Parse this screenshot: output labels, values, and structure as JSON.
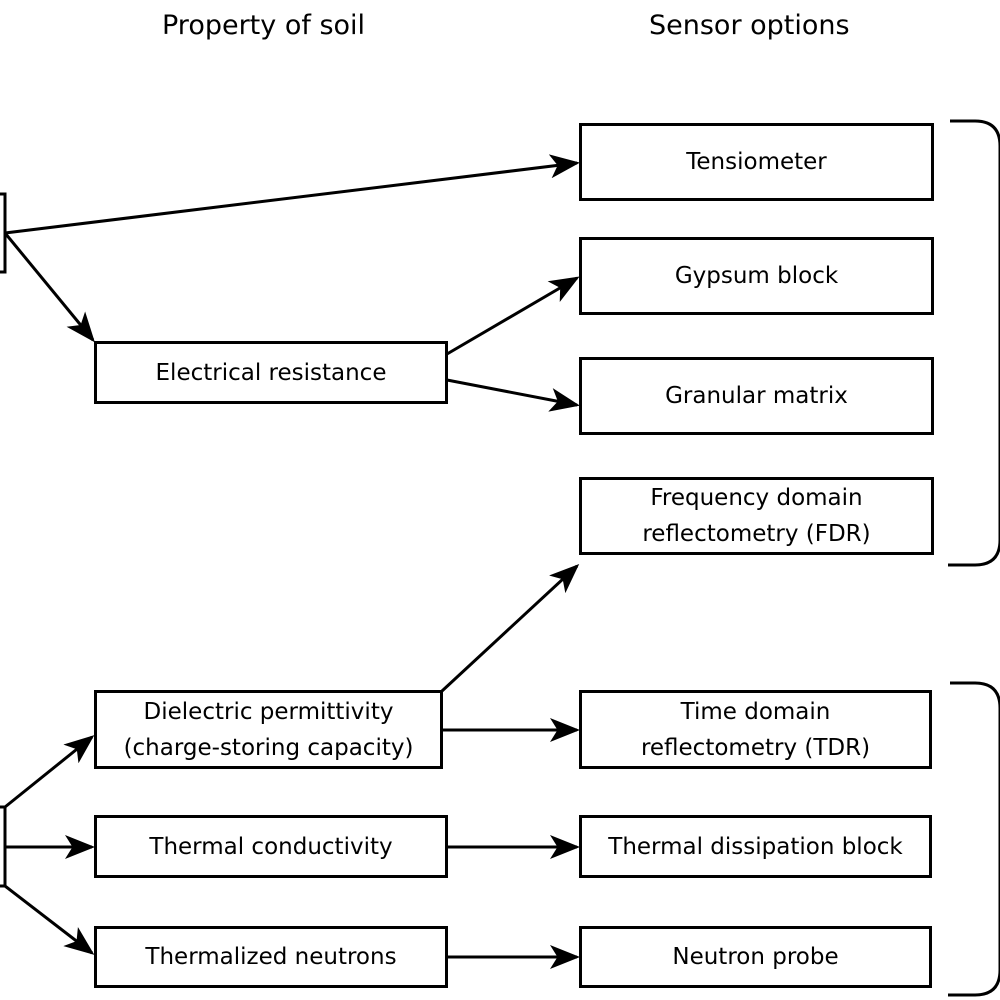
{
  "headings": {
    "property": "Property of soil",
    "sensor": "Sensor options"
  },
  "properties": {
    "electrical_resistance": "Electrical resistance",
    "dielectric": "Dielectric permittivity\n(charge-storing capacity)",
    "thermal_conductivity": "Thermal conductivity",
    "thermalized_neutrons": "Thermalized neutrons"
  },
  "sensors": {
    "tensiometer": "Tensiometer",
    "gypsum": "Gypsum block",
    "granular": "Granular matrix",
    "fdr": "Frequency domain\nreflectometry (FDR)",
    "tdr": "Time domain\nreflectometry (TDR)",
    "thermal_dissipation": "Thermal dissipation block",
    "neutron_probe": "Neutron probe"
  },
  "connections": [
    {
      "from": "left-group-top",
      "to": "tensiometer"
    },
    {
      "from": "left-group-top",
      "to": "electrical_resistance"
    },
    {
      "from": "electrical_resistance",
      "to": "gypsum"
    },
    {
      "from": "electrical_resistance",
      "to": "granular"
    },
    {
      "from": "dielectric",
      "to": "fdr"
    },
    {
      "from": "dielectric",
      "to": "tdr"
    },
    {
      "from": "left-group-bottom",
      "to": "dielectric"
    },
    {
      "from": "left-group-bottom",
      "to": "thermal_conductivity"
    },
    {
      "from": "left-group-bottom",
      "to": "thermalized_neutrons"
    },
    {
      "from": "thermal_conductivity",
      "to": "thermal_dissipation"
    },
    {
      "from": "thermalized_neutrons",
      "to": "neutron_probe"
    }
  ]
}
